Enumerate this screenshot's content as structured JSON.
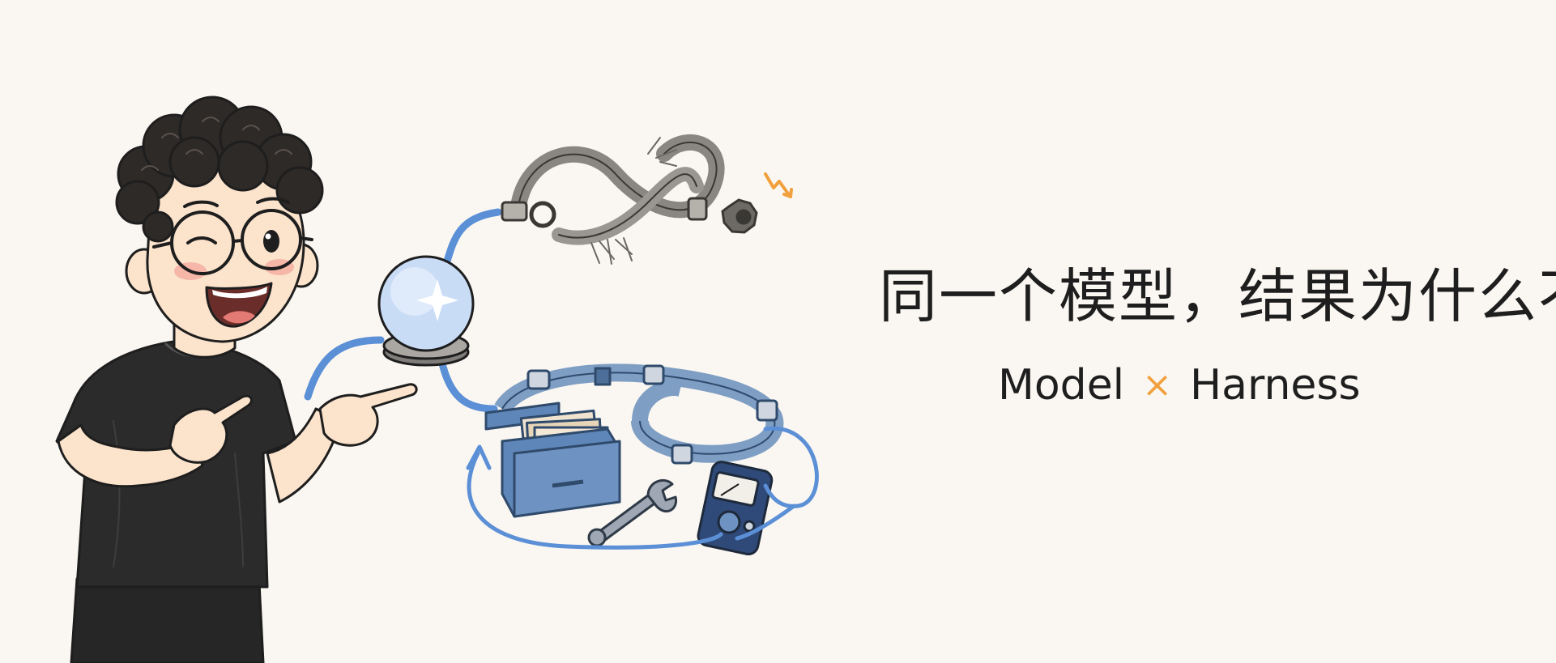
{
  "headline": "同一个模型，结果为什么不同？",
  "subline": {
    "left": "Model",
    "symbol": "×",
    "right": "Harness"
  },
  "colors": {
    "background": "#faf7f2",
    "text": "#1e1e1e",
    "accent_orange": "#f2a03d",
    "accent_blue": "#5b8fd6",
    "shirt": "#2b2b2b",
    "skin": "#fbe3cc",
    "orb": "#c9dcf6",
    "metal_gray": "#8a8783",
    "tool_blue": "#5f86b8"
  },
  "illustration": {
    "icons": [
      "person-pointing-icon",
      "crystal-orb-icon",
      "broken-harness-icon",
      "spark-icon",
      "organized-harness-icon",
      "file-box-icon",
      "wrench-icon",
      "gauge-meter-icon",
      "loop-arrow-icon"
    ]
  }
}
